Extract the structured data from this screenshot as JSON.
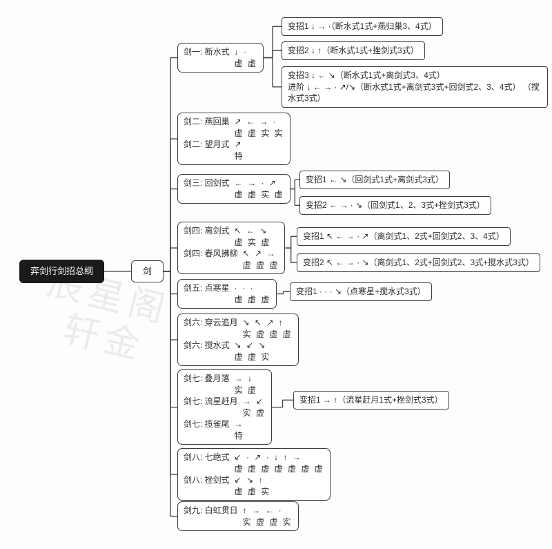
{
  "colors": {
    "background": "#ffffff",
    "box_border": "#3d3d3d",
    "text": "#2f2f2f",
    "root_bg": "#1a1a1a",
    "root_text": "#ffffff",
    "connector": "#4a4a4a",
    "watermark": "#ebebeb"
  },
  "watermark": {
    "line1": "辰星阁",
    "line2": "轩金"
  },
  "root": {
    "label": "弈剑行剑招总纲"
  },
  "trunk": {
    "label": "剑"
  },
  "branches": [
    {
      "name": "剑一",
      "rows": [
        {
          "prefix": "剑一: 断水式",
          "arrows": "↓ ·",
          "marks": "虚 虚"
        }
      ],
      "children": [
        {
          "lines": [
            "变招1 ↓ → ·（断水式1式+燕归巢3、4式）"
          ]
        },
        {
          "lines": [
            "变招2 ↓ ↑（断水式1式+挫剑式3式）"
          ]
        },
        {
          "lines": [
            "变招3 ↓ ← ↘（断水式1式+离剑式3、4式）",
            "进阶 ↓ ← → · ↗/↘（断水式1式+离剑式3式+回剑式2、3、4式） （搅水式3式）"
          ]
        }
      ]
    },
    {
      "name": "剑二",
      "rows": [
        {
          "prefix": "剑二: 燕回巢",
          "arrows": "↗ ← → ·",
          "marks": "虚 虚 实 实"
        },
        {
          "prefix": "剑二: 望月式",
          "arrows": "↗",
          "marks": "特"
        }
      ],
      "children": []
    },
    {
      "name": "剑三",
      "rows": [
        {
          "prefix": "剑三: 回剑式",
          "arrows": "← → · ↗",
          "marks": "虚 虚 实 虚"
        }
      ],
      "children": [
        {
          "lines": [
            "变招1 ← ↘（回剑式1式+离剑式3式）"
          ]
        },
        {
          "lines": [
            "变招2 ← → · ↘（回剑式1、2、3式+挫剑式3式）"
          ]
        }
      ]
    },
    {
      "name": "剑四",
      "rows": [
        {
          "prefix": "剑四: 离剑式",
          "arrows": "↖ ← ↘",
          "marks": "虚 实 虚"
        },
        {
          "prefix": "剑四: 春风拂柳",
          "arrows": "↖ ↗ →",
          "marks": "虚 虚 虚"
        }
      ],
      "children": [
        {
          "lines": [
            "变招1 ↖ ← → · ↗（离剑式1、2式+回剑式2、3、4式）"
          ]
        },
        {
          "lines": [
            "变招2 ↖ ← → · ↘（离剑式1、2式+回剑式2、3式+搅水式3式）"
          ]
        }
      ]
    },
    {
      "name": "剑五",
      "rows": [
        {
          "prefix": "剑五: 点寒星",
          "arrows": "· · ·",
          "marks": "虚 虚 虚"
        }
      ],
      "children": [
        {
          "lines": [
            "变招1 · · · ↘（点寒星+搅水式3式）"
          ]
        }
      ]
    },
    {
      "name": "剑六",
      "rows": [
        {
          "prefix": "剑六: 穿云追月",
          "arrows": "↘ ↖ ↗ ↑",
          "marks": "实 虚 虚 虚"
        },
        {
          "prefix": "剑六: 搅水式",
          "arrows": "↘ ↙ ↘",
          "marks": "虚 虚 实"
        }
      ],
      "children": []
    },
    {
      "name": "剑七",
      "rows": [
        {
          "prefix": "剑七: 叠月落",
          "arrows": "→ ↓",
          "marks": "实 虚"
        },
        {
          "prefix": "剑七: 流星赶月",
          "arrows": "→ ↙",
          "marks": "实 虚"
        },
        {
          "prefix": "剑七: 揽雀尾",
          "arrows": "→",
          "marks": "特"
        }
      ],
      "children": [
        {
          "lines": [
            "变招1 → ↑（流星赶月1式+挫剑式3式）"
          ]
        }
      ]
    },
    {
      "name": "剑八",
      "rows": [
        {
          "prefix": "剑八: 七绝式",
          "arrows": "↙ · ↗ · ↓ ↑ →",
          "marks": "虚 虚 虚 虚 虚 虚 虚"
        },
        {
          "prefix": "剑八: 挫剑式",
          "arrows": "↙ ↘ ↑",
          "marks": "虚 虚 实"
        }
      ],
      "children": []
    },
    {
      "name": "剑九",
      "rows": [
        {
          "prefix": "剑九: 白虹贯日",
          "arrows": "↑ → ← ·",
          "marks": "实 虚 虚 实"
        }
      ],
      "children": []
    }
  ]
}
